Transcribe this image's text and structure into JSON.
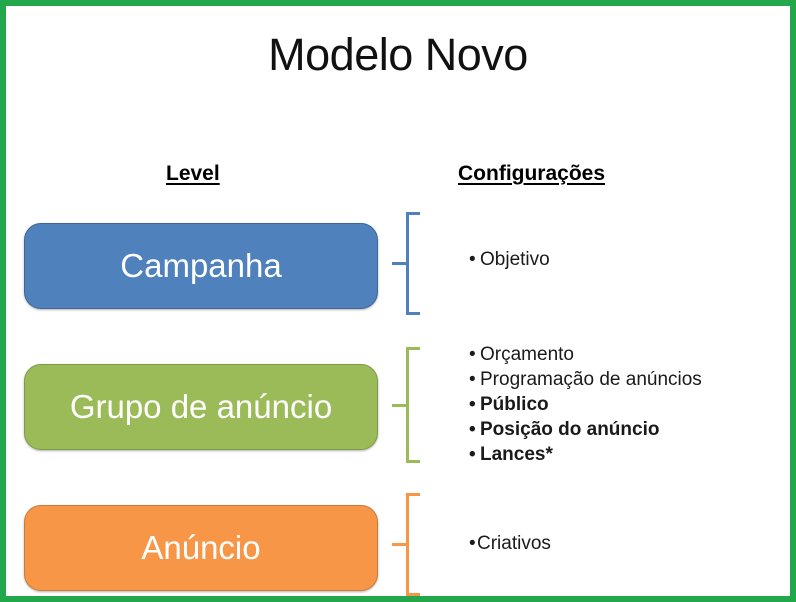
{
  "page": {
    "title": "Modelo Novo",
    "border_color": "#22a84a",
    "background": "#ffffff"
  },
  "headers": {
    "level": "Level",
    "settings": "Configurações"
  },
  "levels": [
    {
      "name": "campaign",
      "label": "Campanha",
      "color": "#4f81bd",
      "settings": [
        {
          "text": "Objetivo",
          "bold": false,
          "bullet": "•"
        }
      ]
    },
    {
      "name": "adgroup",
      "label": "Grupo de anúncio",
      "color": "#9bbb59",
      "settings": [
        {
          "text": "Orçamento",
          "bold": false,
          "bullet": "•"
        },
        {
          "text": "Programação de anúncios",
          "bold": false,
          "bullet": "•"
        },
        {
          "text": "Público",
          "bold": true,
          "bullet": "•"
        },
        {
          "text": "Posição do anúncio",
          "bold": true,
          "bullet": "•"
        },
        {
          "text": "Lances*",
          "bold": true,
          "bullet": "•"
        }
      ]
    },
    {
      "name": "ad",
      "label": "Anúncio",
      "color": "#f79646",
      "settings": [
        {
          "text": "Criativos",
          "bold": false,
          "bullet": "•"
        }
      ]
    }
  ]
}
